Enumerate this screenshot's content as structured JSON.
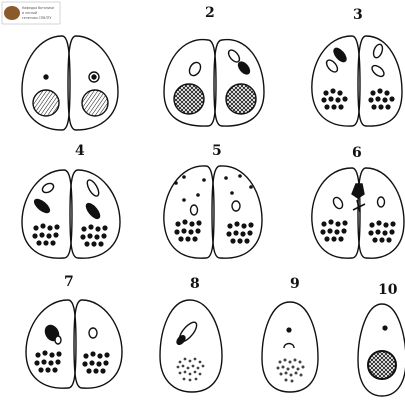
{
  "figure": {
    "labels": [
      "2",
      "3",
      "4",
      "5",
      "6",
      "7",
      "8",
      "9",
      "10"
    ],
    "logo_lines": [
      "Кафедра ботаники",
      "и лесной",
      "генетики СПбЛТУ"
    ]
  },
  "colors": {
    "ink": "#111111",
    "paper": "#ffffff",
    "logo_brown": "#8a5a2b"
  }
}
